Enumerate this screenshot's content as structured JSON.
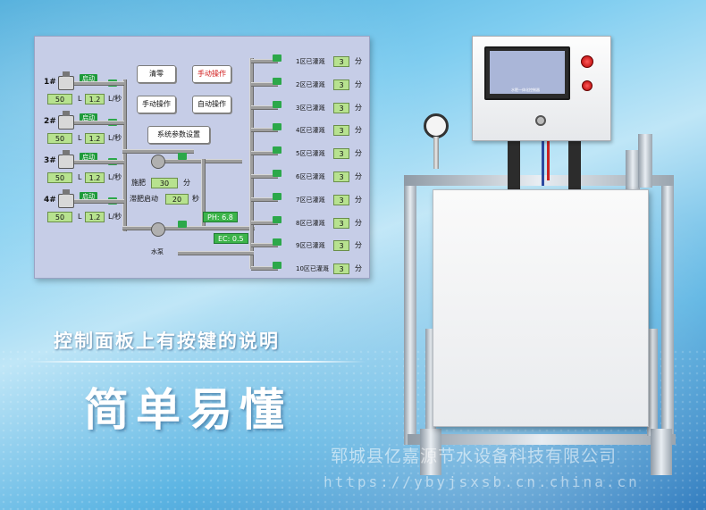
{
  "hmi": {
    "pumps": [
      {
        "no": "1#",
        "mode": "启动",
        "volume": "50",
        "vol_unit": "L",
        "flow": "1.2",
        "flow_unit": "L/秒"
      },
      {
        "no": "2#",
        "mode": "启动",
        "volume": "50",
        "vol_unit": "L",
        "flow": "1.2",
        "flow_unit": "L/秒"
      },
      {
        "no": "3#",
        "mode": "启动",
        "volume": "50",
        "vol_unit": "L",
        "flow": "1.2",
        "flow_unit": "L/秒"
      },
      {
        "no": "4#",
        "mode": "启动",
        "volume": "50",
        "vol_unit": "L",
        "flow": "1.2",
        "flow_unit": "L/秒"
      }
    ],
    "buttons": {
      "clear": "清零",
      "manual_op_red": "手动操作",
      "manual_op": "手动操作",
      "auto_op": "自动操作",
      "system_params": "系统参数设置"
    },
    "fertilize_label": "施肥",
    "fertilize_value": "30",
    "fertilize_unit": "分",
    "delay_label": "滞肥启动",
    "delay_value": "20",
    "delay_unit": "秒",
    "water_pump_label": "水泵",
    "ph": "PH: 6.8",
    "ec": "EC: 0.5",
    "zones": [
      {
        "label": "1区已灌溉",
        "value": "3",
        "unit": "分"
      },
      {
        "label": "2区已灌溉",
        "value": "3",
        "unit": "分"
      },
      {
        "label": "3区已灌溉",
        "value": "3",
        "unit": "分"
      },
      {
        "label": "4区已灌溉",
        "value": "3",
        "unit": "分"
      },
      {
        "label": "5区已灌溉",
        "value": "3",
        "unit": "分"
      },
      {
        "label": "6区已灌溉",
        "value": "3",
        "unit": "分"
      },
      {
        "label": "7区已灌溉",
        "value": "3",
        "unit": "分"
      },
      {
        "label": "8区已灌溉",
        "value": "3",
        "unit": "分"
      },
      {
        "label": "9区已灌溉",
        "value": "3",
        "unit": "分"
      },
      {
        "label": "10区已灌溉",
        "value": "3",
        "unit": "分"
      }
    ]
  },
  "device": {
    "screen_title": "水肥一体化控制器"
  },
  "heading_small": "控制面板上有按键的说明",
  "heading_large": "简单易懂",
  "watermark_company": "郓城县亿嘉源节水设备科技有限公司",
  "watermark_url": "https://ybyjsxsb.cn.china.cn",
  "colors": {
    "accent_green": "#1e9a3a",
    "field_green": "#b7e28f",
    "panel_bg": "#c6cde7",
    "button_red_text": "#d01818"
  }
}
